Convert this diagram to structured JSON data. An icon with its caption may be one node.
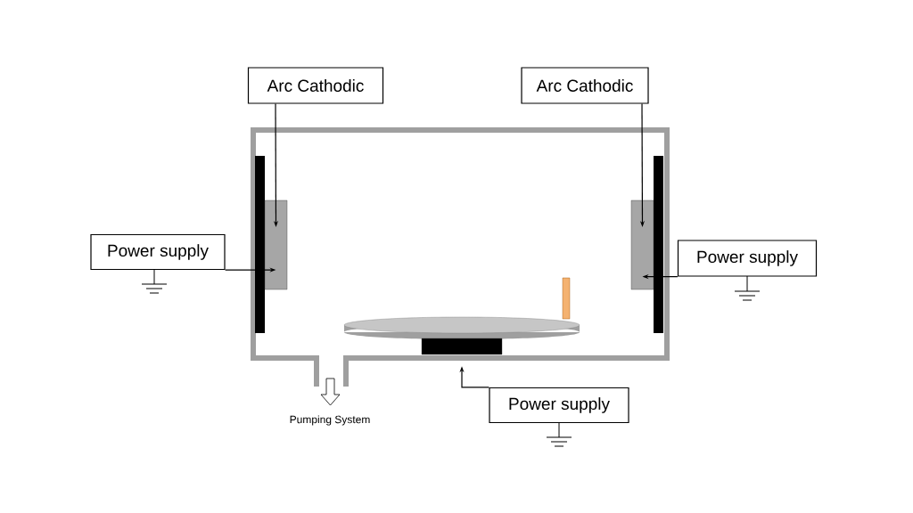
{
  "diagram": {
    "nodes": [
      {
        "text": [
          "Arc Cathodic"
        ]
      },
      {
        "text": [
          "Power supply"
        ]
      },
      {
        "text": [
          "Arc Cathodic"
        ]
      },
      {
        "text": [
          "Power supply"
        ]
      },
      {
        "text": [
          "Power supply"
        ]
      },
      {
        "text": [],
        "shape": "box"
      },
      {
        "text": [],
        "shape": "box"
      },
      {
        "text": [],
        "shape": "box"
      }
    ],
    "edges": [
      {
        "from": 0,
        "to": 5,
        "arrow": "to"
      },
      {
        "from": 1,
        "to": 5,
        "arrow": "to"
      },
      {
        "from": 2,
        "to": 6,
        "arrow": "to"
      },
      {
        "from": 3,
        "to": 6,
        "arrow": "to"
      },
      {
        "from": 4,
        "to": 7,
        "arrow": "to"
      }
    ],
    "labels": [
      "Pumping System"
    ]
  }
}
